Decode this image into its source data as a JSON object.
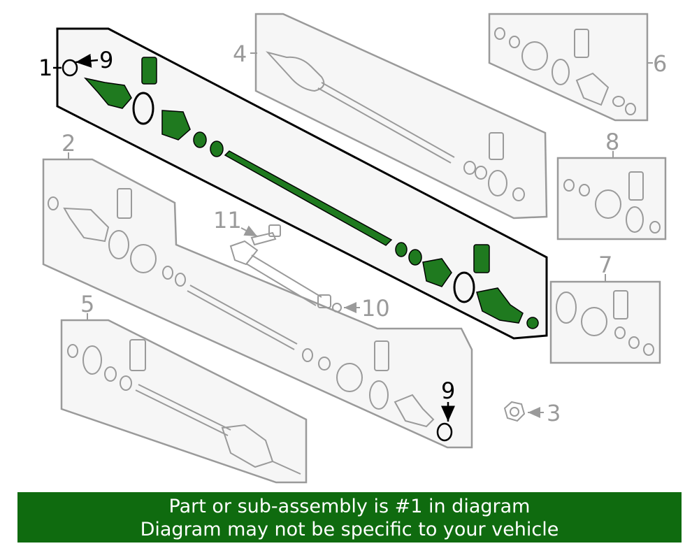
{
  "callouts": {
    "c1": "1",
    "c2": "2",
    "c3": "3",
    "c4": "4",
    "c5": "5",
    "c6": "6",
    "c7": "7",
    "c8": "8",
    "c9a": "9",
    "c9b": "9",
    "c10": "10",
    "c11": "11"
  },
  "highlight_callout": "1",
  "colors": {
    "highlight_part": "#1f7a1f",
    "highlight_outline": "#000000",
    "other_parts": "#9a9a9a",
    "panel_fill": "#f6f6f6",
    "banner_bg": "#0f6b0f",
    "banner_text": "#ffffff"
  },
  "banner": {
    "line1": "Part or sub-assembly is #1 in diagram",
    "line2": "Diagram may not be specific to your vehicle"
  }
}
